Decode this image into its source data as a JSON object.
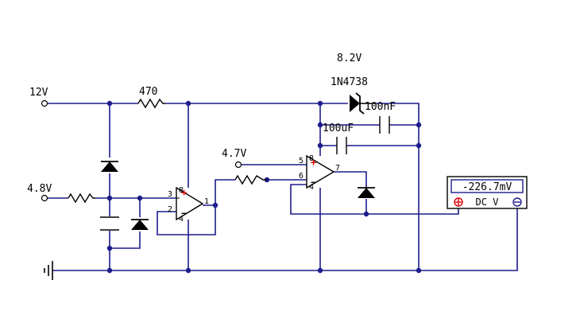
{
  "colors": {
    "wire": "#1c1c8c",
    "component": "#000000",
    "node": "#1c1c8c",
    "power_sign": "#dd0000",
    "background": "#ffffff"
  },
  "labels": {
    "v12": "12V",
    "v48": "4.8V",
    "v47": "4.7V",
    "r470": "470",
    "zener_voltage": "8.2V",
    "zener_part": "1N4738",
    "cap_upper": "100nF",
    "cap_lower": "100uF"
  },
  "opamp1": {
    "pin_plus": "3",
    "pin_minus": "2",
    "pin_out": "1",
    "pin_vplus": "8",
    "pin_vminus": "4"
  },
  "opamp2": {
    "pin_plus": "5",
    "pin_minus": "6",
    "pin_out": "7",
    "pin_vplus": "8",
    "pin_vminus": "4"
  },
  "meter": {
    "reading": "-226.7mV",
    "mode": "DC  V"
  }
}
